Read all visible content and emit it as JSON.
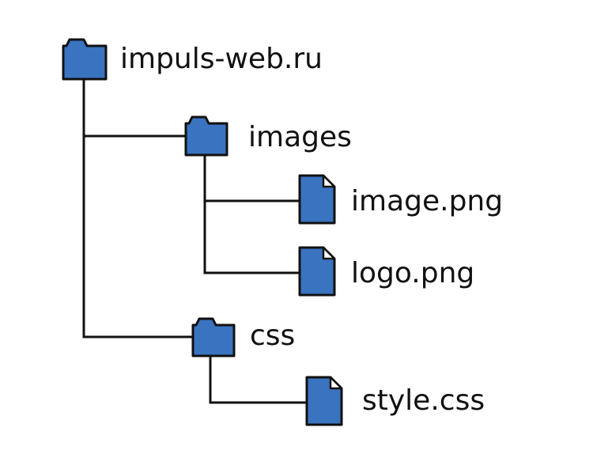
{
  "tree": {
    "colors": {
      "icon_fill": "#3a73c0",
      "icon_stroke": "#111111",
      "line": "#111111",
      "text": "#111111",
      "background": "#ffffff"
    },
    "root": {
      "label": "impuls-web.ru",
      "icon": "folder-icon",
      "children": [
        {
          "label": "images",
          "icon": "folder-icon",
          "children": [
            {
              "label": "image.png",
              "icon": "file-icon"
            },
            {
              "label": "logo.png",
              "icon": "file-icon"
            }
          ]
        },
        {
          "label": "css",
          "icon": "folder-icon",
          "children": [
            {
              "label": "style.css",
              "icon": "file-icon"
            }
          ]
        }
      ]
    }
  }
}
